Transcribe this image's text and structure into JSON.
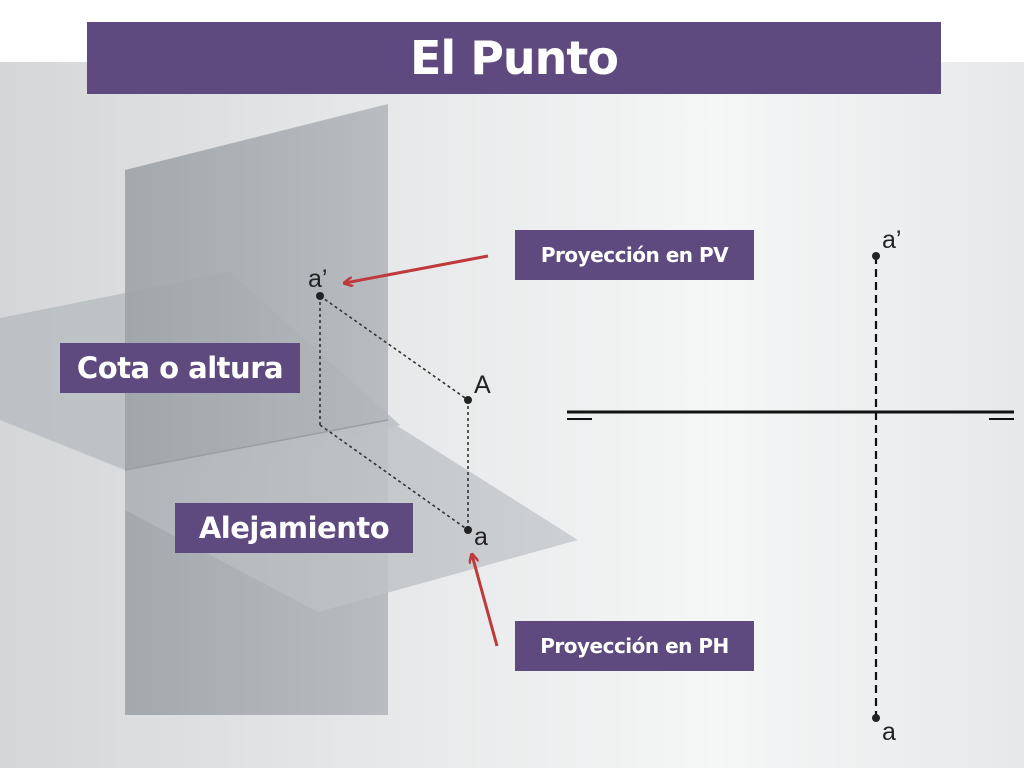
{
  "title": "El Punto",
  "labels": {
    "projection_pv": "Proyección en PV",
    "projection_ph": "Proyección en PH",
    "cota": "Cota o altura",
    "alejamiento": "Alejamiento"
  },
  "points": {
    "space": "A",
    "vertical_projection": "a’",
    "horizontal_projection": "a"
  },
  "colors": {
    "title_bar": "#5e4a7e",
    "arrow": "#c0393d"
  }
}
